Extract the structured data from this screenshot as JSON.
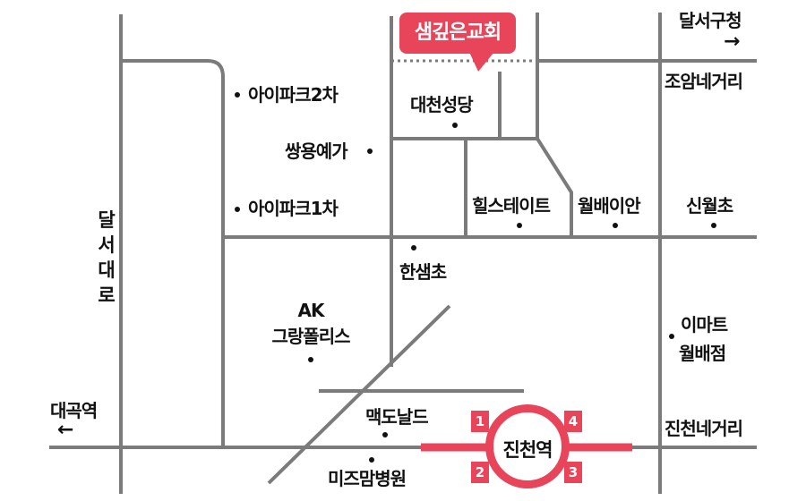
{
  "map": {
    "road_color": "#7b7b7b",
    "accent_color": "#e8455a",
    "highlight": "샘깊은교회",
    "labels": {
      "dalseogu_office": "달서구청",
      "joam_junction": "조암네거리",
      "daecheon_church": "대천성당",
      "ipark_2": "아이파크2차",
      "ssangyong": "쌍용예가",
      "ipark_1": "아이파크1차",
      "hills_state": "힐스테이트",
      "wolbae_ian": "월배이안",
      "sinwol_elem": "신월초",
      "hansaem_elem": "한샘초",
      "ak_line1": "AK",
      "ak_line2": "그랑폴리스",
      "emart_line1": "이마트",
      "emart_line2": "월배점",
      "mcdonalds": "맥도날드",
      "mizmam": "미즈맘병원",
      "jincheon_junction": "진천네거리",
      "daegok_station": "대곡역"
    },
    "road_name_vertical": [
      "달",
      "서",
      "대",
      "로"
    ],
    "station": {
      "name": "진천역",
      "exits": [
        "1",
        "2",
        "3",
        "4"
      ]
    },
    "arrows": {
      "right": "→",
      "left": "←"
    }
  }
}
